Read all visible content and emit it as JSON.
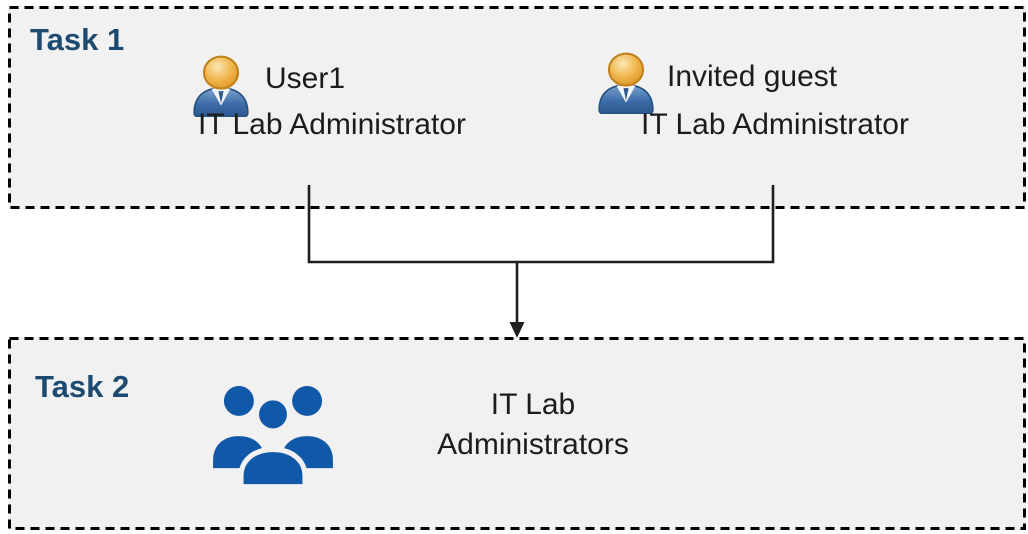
{
  "diagram": {
    "type": "task-flow",
    "description": "Two individual IT Lab Administrator users merge into one IT Lab Administrators group"
  },
  "task1": {
    "label": "Task 1",
    "users": [
      {
        "name": "User1",
        "role": "IT Lab Administrator"
      },
      {
        "name": "Invited guest",
        "role": "IT Lab Administrator"
      }
    ]
  },
  "task2": {
    "label": "Task 2",
    "group_label": "IT Lab Administrators"
  },
  "icons": {
    "user": "single-user-icon",
    "group": "users-group-icon",
    "arrow": "arrow-down-merge"
  },
  "colors": {
    "box_background": "#f1f1f1",
    "box_border": "#000000",
    "task_label": "#1d4a70",
    "body_text": "#1c1c1c",
    "connector": "#1f1f1f",
    "group_icon_blue": "#1058a8",
    "user_icon_head": "#eeb04c",
    "user_icon_body": "#3c6da8"
  }
}
